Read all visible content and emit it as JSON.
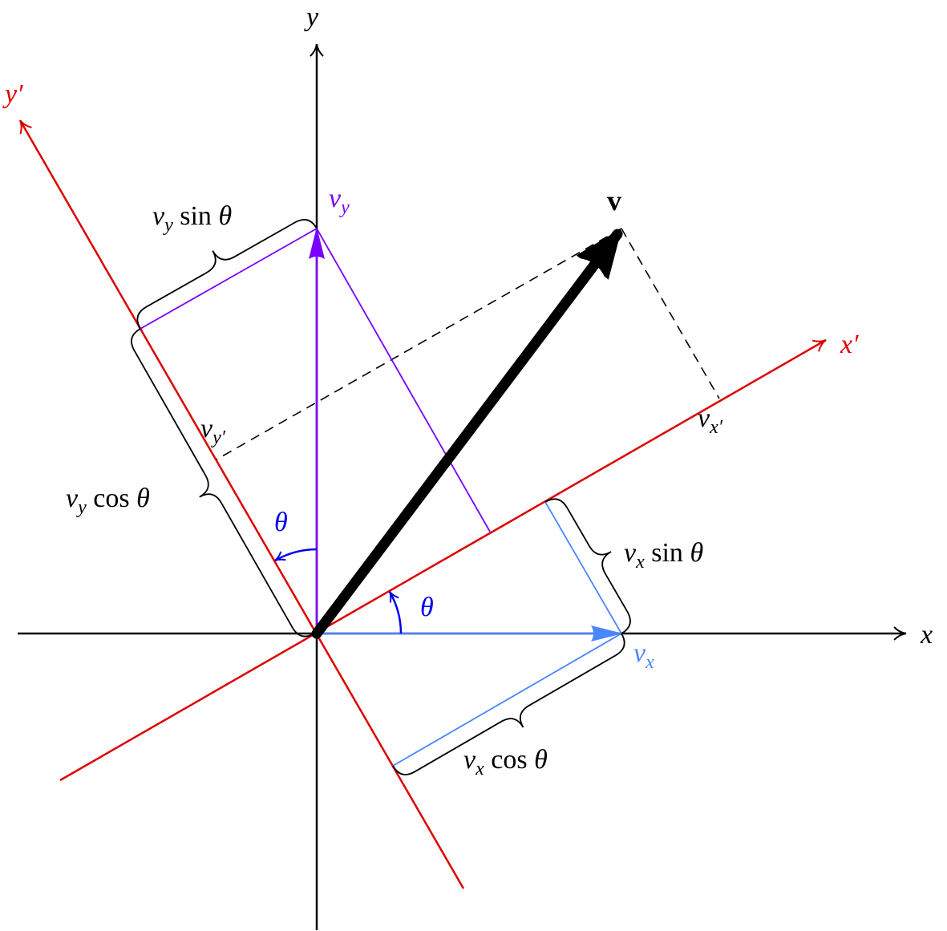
{
  "colors": {
    "axis": "#000000",
    "rotated": "#dd0000",
    "vx": "#4a86ff",
    "vy": "#7a00ff",
    "theta": "#0000ee",
    "vector": "#000000"
  },
  "axes": {
    "x": "x",
    "y": "y",
    "xp": "x′",
    "yp": "y′"
  },
  "vector": {
    "label": "v"
  },
  "components": {
    "vx": {
      "main": "v",
      "sub": "x"
    },
    "vy": {
      "main": "v",
      "sub": "y"
    },
    "vxp": {
      "main": "v",
      "sub": "x′"
    },
    "vyp": {
      "main": "v",
      "sub": "y′"
    }
  },
  "braces": {
    "vy_sin": {
      "main": "v",
      "sub": "y",
      "fn": " sin ",
      "ang": "θ"
    },
    "vy_cos": {
      "main": "v",
      "sub": "y",
      "fn": " cos ",
      "ang": "θ"
    },
    "vx_sin": {
      "main": "v",
      "sub": "x",
      "fn": " sin ",
      "ang": "θ"
    },
    "vx_cos": {
      "main": "v",
      "sub": "x",
      "fn": " cos ",
      "ang": "θ"
    }
  },
  "angles": {
    "theta1": "θ",
    "theta2": "θ"
  },
  "rotation_deg": 30
}
